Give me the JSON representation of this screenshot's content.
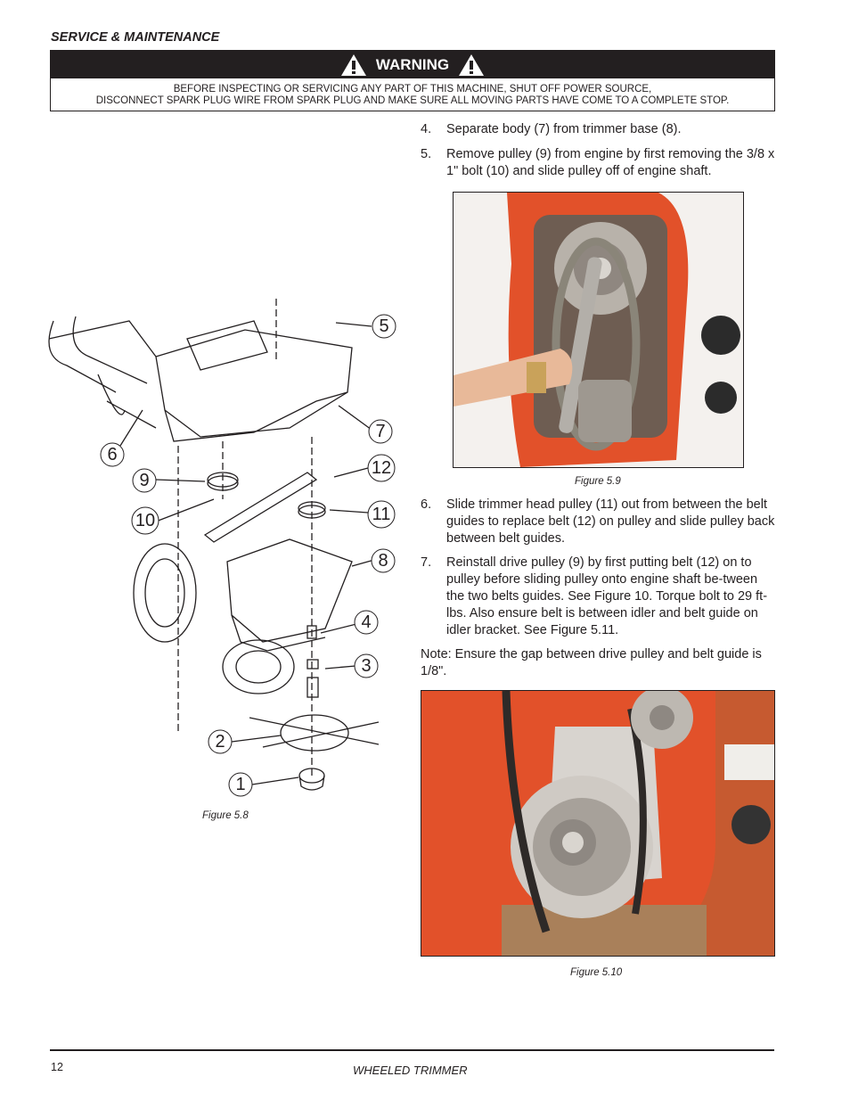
{
  "header": {
    "section": "SERVICE & MAINTENANCE"
  },
  "warning": {
    "title": "WARNING",
    "line1": "BEFORE INSPECTING OR SERVICING ANY PART OF THIS MACHINE, SHUT OFF POWER SOURCE,",
    "line2": "DISCONNECT SPARK PLUG WIRE FROM SPARK PLUG AND MAKE SURE ALL MOVING PARTS HAVE COME TO A COMPLETE STOP."
  },
  "steps": [
    {
      "num": "4.",
      "text": "Separate body (7) from trimmer base (8)."
    },
    {
      "num": "5.",
      "text": "Remove pulley (9) from engine by first removing the 3/8 x 1\" bolt (10) and slide pulley off of engine shaft."
    },
    {
      "num": "6.",
      "text": "Slide trimmer head pulley (11) out from between the belt guides to replace belt (12) on pulley and slide pulley back between belt guides."
    },
    {
      "num": "7.",
      "text": "Reinstall drive pulley (9) by first putting belt (12) on to pulley before sliding pulley onto engine shaft be-tween the two belts guides. See Figure 10. Torque bolt to 29 ft-lbs. Also ensure  belt is between idler and belt guide on idler bracket. See Figure 5.11."
    }
  ],
  "note": "Note: Ensure the gap between drive pulley and belt guide is 1/8\".",
  "figures": {
    "fig58": "Figure 5.8",
    "fig59": "Figure 5.9",
    "fig510": "Figure 5.10"
  },
  "callouts": [
    "5",
    "7",
    "6",
    "12",
    "9",
    "11",
    "10",
    "8",
    "4",
    "3",
    "2",
    "1"
  ],
  "colors": {
    "dark": "#231f20",
    "orange": "#e2512a",
    "belt": "#8a8579"
  },
  "footer": {
    "page": "12",
    "title": "WHEELED TRIMMER"
  }
}
